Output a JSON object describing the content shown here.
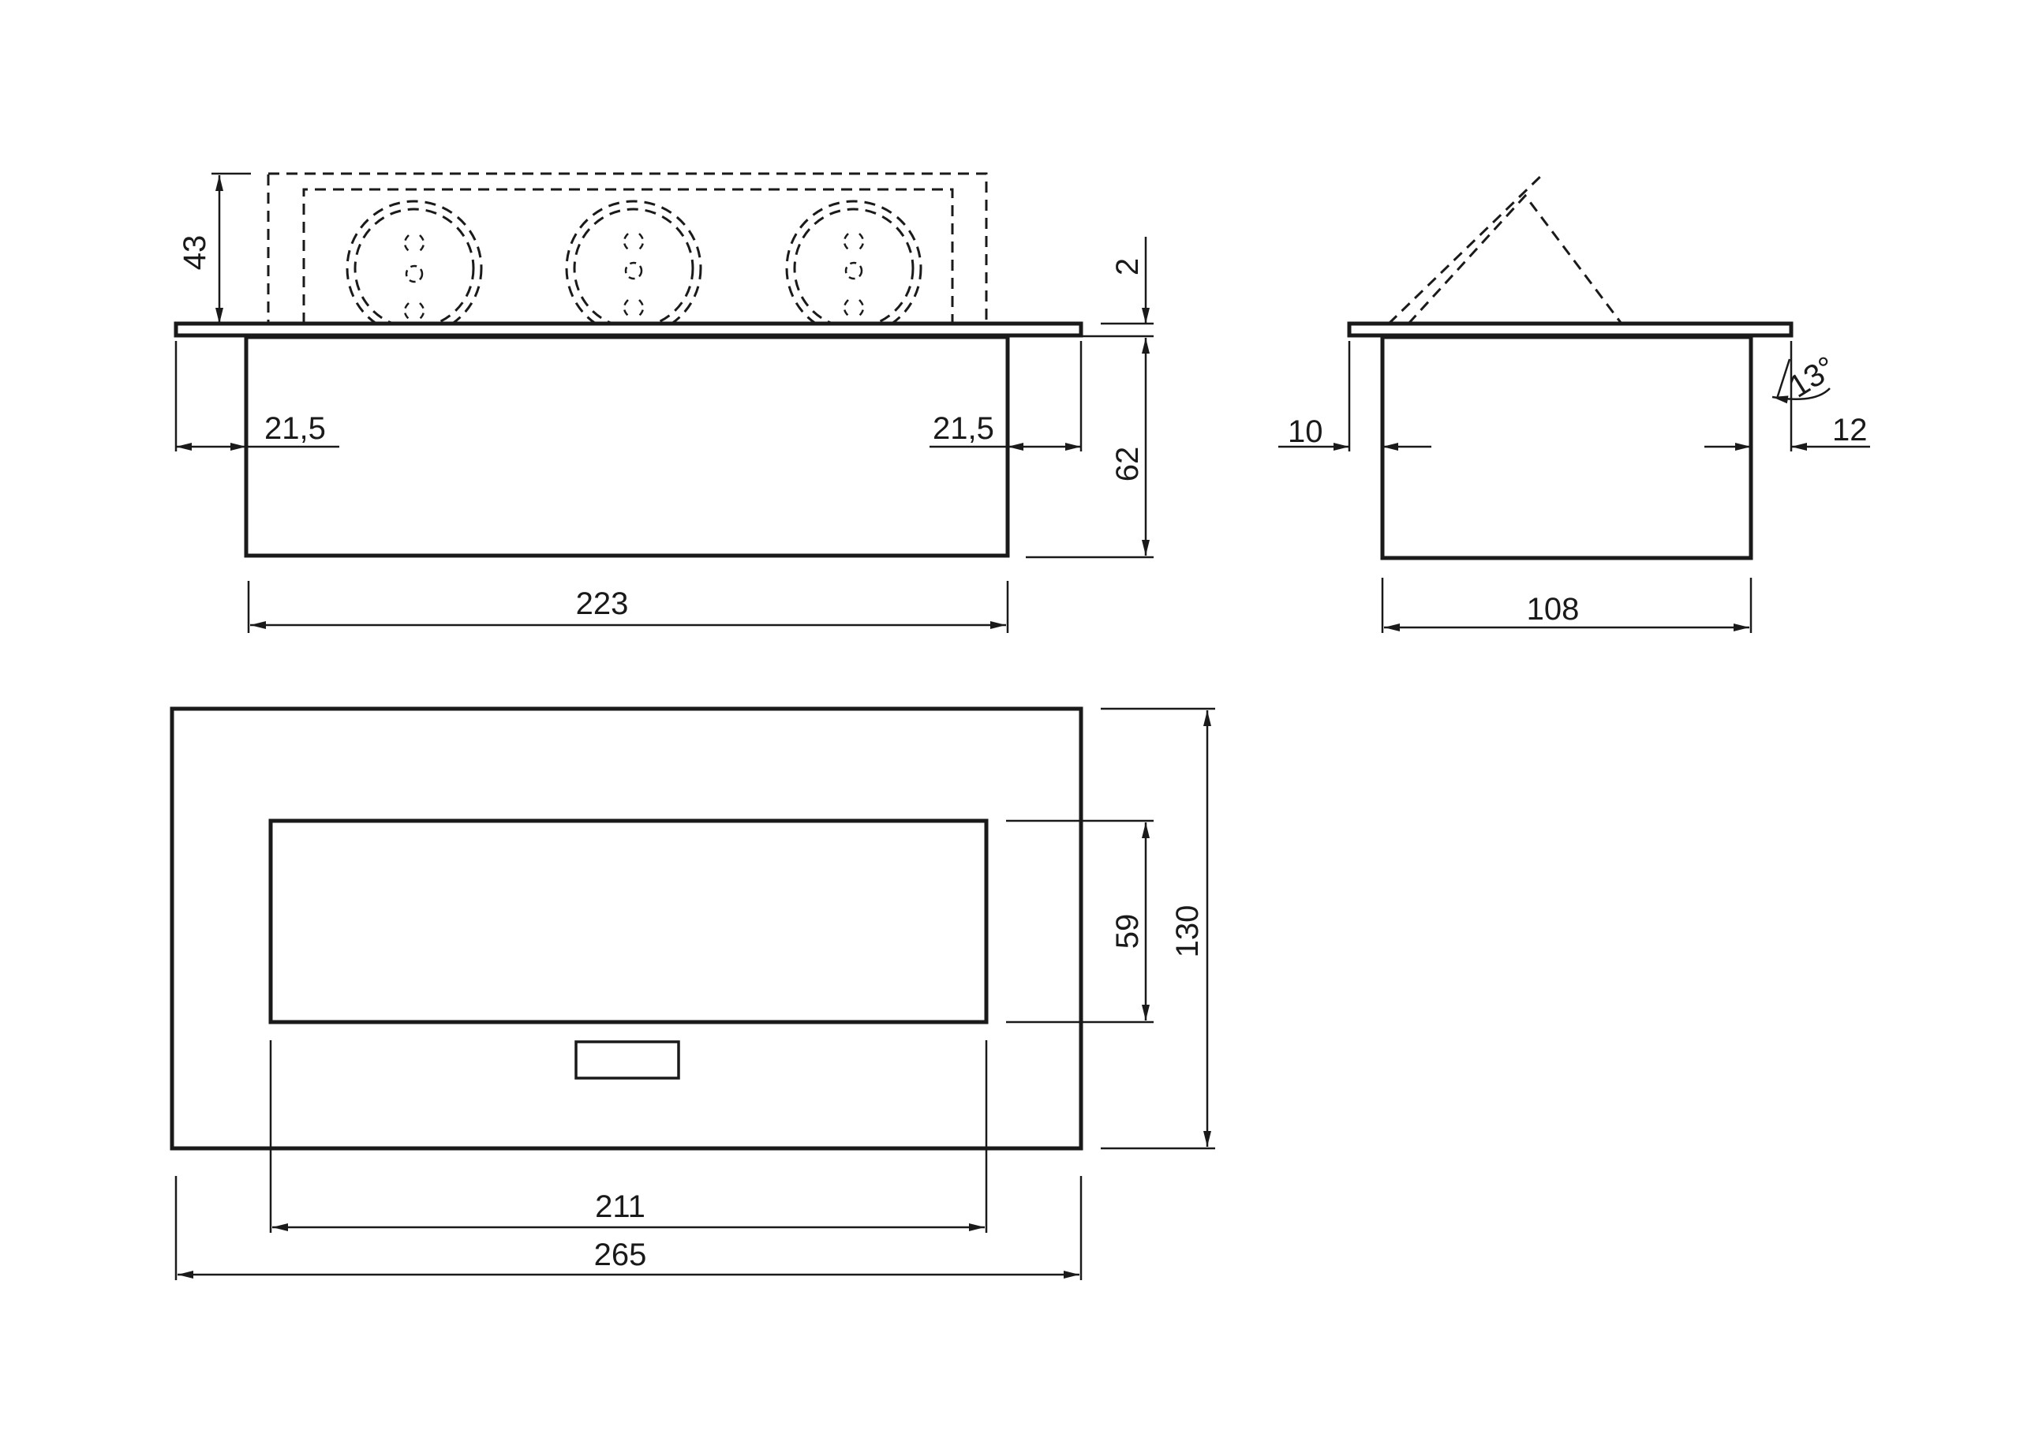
{
  "dimensions": {
    "front_view": {
      "socket_height": "43",
      "plate_thickness": "2",
      "plate_overhang_left": "21,5",
      "plate_overhang_right": "21,5",
      "box_height": "62",
      "box_width": "223"
    },
    "side_view": {
      "left_overhang": "10",
      "right_overhang": "12",
      "box_depth": "108",
      "tilt_angle": "13°"
    },
    "top_view": {
      "opening_width": "211",
      "opening_height": "59",
      "outer_height": "130",
      "outer_width": "265"
    }
  }
}
